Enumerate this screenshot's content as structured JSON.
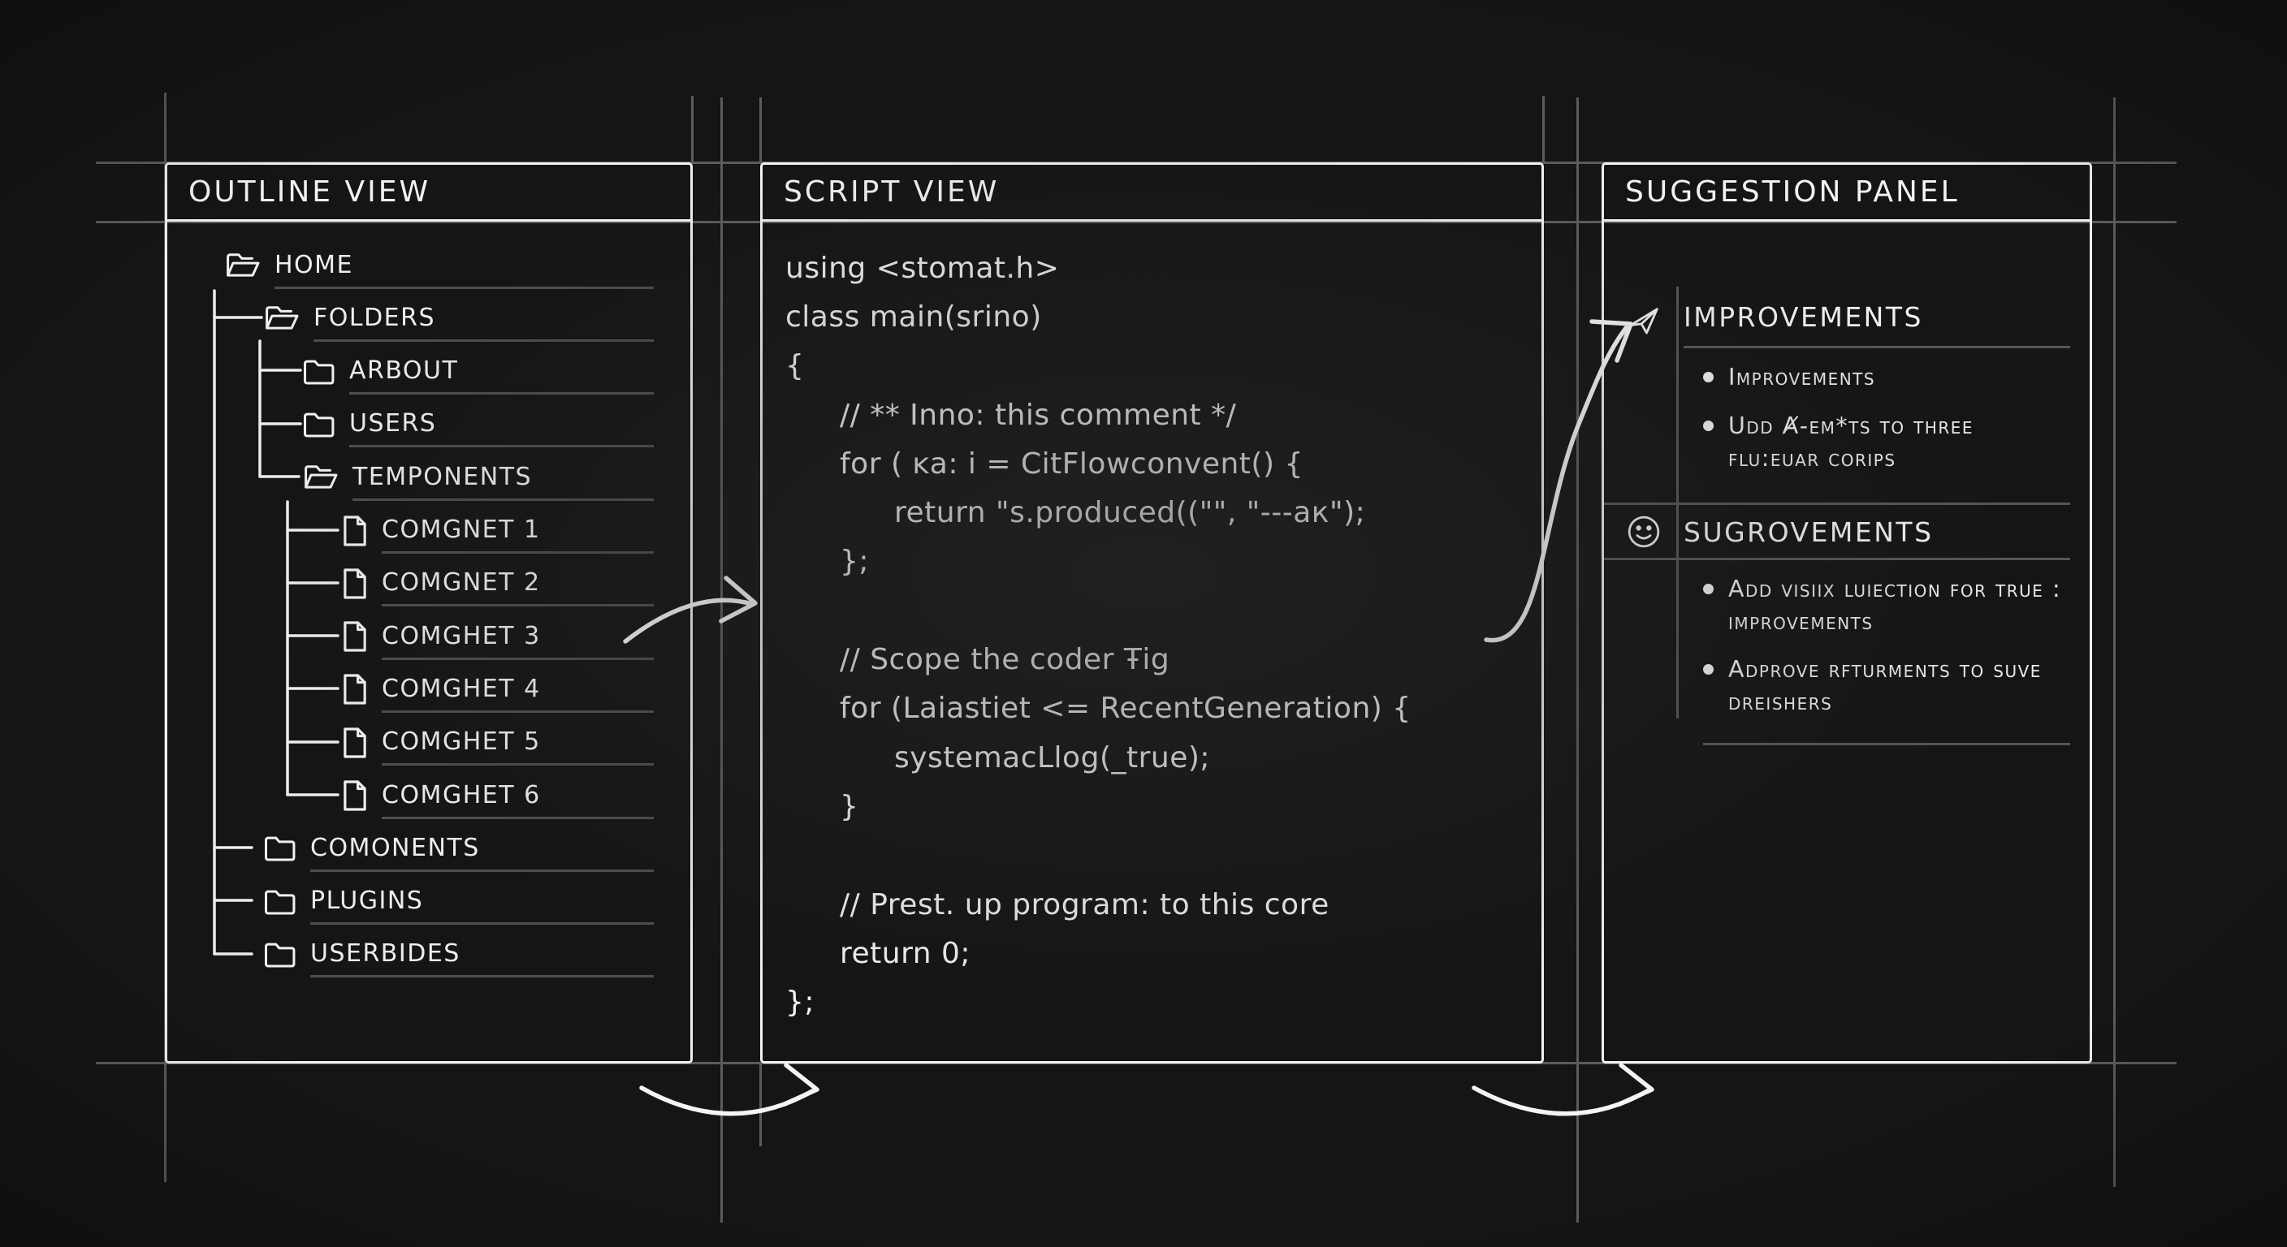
{
  "colors": {
    "canvas_bg": "#151515",
    "ink": "#f0f0f0",
    "guide_gray": "#5c5c5c",
    "underline_gray": "#4e4e4e"
  },
  "outline_panel": {
    "title": "OUTLINE VIEW",
    "items": [
      {
        "label": "HOME",
        "icon": "folder-open",
        "level": 1
      },
      {
        "label": "FOLDERS",
        "icon": "folder-open",
        "level": 2
      },
      {
        "label": "ARBOUT",
        "icon": "folder",
        "level": 3
      },
      {
        "label": "USERS",
        "icon": "folder",
        "level": 3
      },
      {
        "label": "TEMPONENTS",
        "icon": "folder-open",
        "level": 3
      },
      {
        "label": "COMGNET 1",
        "icon": "file",
        "level": 4
      },
      {
        "label": "COMGNET 2",
        "icon": "file",
        "level": 4
      },
      {
        "label": "COMGHET 3",
        "icon": "file",
        "level": 4
      },
      {
        "label": "COMGHET 4",
        "icon": "file",
        "level": 4
      },
      {
        "label": "COMGHET 5",
        "icon": "file",
        "level": 4
      },
      {
        "label": "COMGHET 6",
        "icon": "file",
        "level": 4
      },
      {
        "label": "COMONENTS",
        "icon": "folder",
        "level": 2
      },
      {
        "label": "PLUGINS",
        "icon": "folder",
        "level": 2
      },
      {
        "label": "USERBIDES",
        "icon": "folder",
        "level": 2
      }
    ]
  },
  "script_panel": {
    "title": "SCRIPT VIEW",
    "code_lines": [
      {
        "text": "using <stomat.h>",
        "indent": 0
      },
      {
        "text": "class main(srino)",
        "indent": 0
      },
      {
        "text": "{",
        "indent": 0
      },
      {
        "text": "// ** Inno: this comment */",
        "indent": 1
      },
      {
        "text": "for ( ĸa: i = CitFlowconvent() {",
        "indent": 1
      },
      {
        "text": "return \"s.produced((\"\", \"---aк\");",
        "indent": 2
      },
      {
        "text": "};",
        "indent": 1
      },
      {
        "text": "",
        "indent": 0
      },
      {
        "text": "// Scope the coder Ŧig",
        "indent": 1
      },
      {
        "text": "for (Laiastiet <= RecentGeneration) {",
        "indent": 1
      },
      {
        "text": "systemacLlog(_true);",
        "indent": 2
      },
      {
        "text": "}",
        "indent": 1
      },
      {
        "text": "",
        "indent": 0
      },
      {
        "text": "// Prest. up program: to this core",
        "indent": 1
      },
      {
        "text": "return 0;",
        "indent": 1
      },
      {
        "text": "};",
        "indent": 0
      }
    ]
  },
  "suggestion_panel": {
    "title": "SUGGESTION PANEL",
    "sections": [
      {
        "icon": "rocket",
        "heading": "IMPROVEMENTS",
        "bullets": [
          "Improvements",
          "Udd Ⱥ-em*ts to three flu:euar corips"
        ]
      },
      {
        "icon": "smiley",
        "heading": "SUGROVEMENTS",
        "bullets": [
          "Add visiix luiection for true : improvements",
          "Adprove rfturments to suve dreishers"
        ]
      }
    ]
  }
}
